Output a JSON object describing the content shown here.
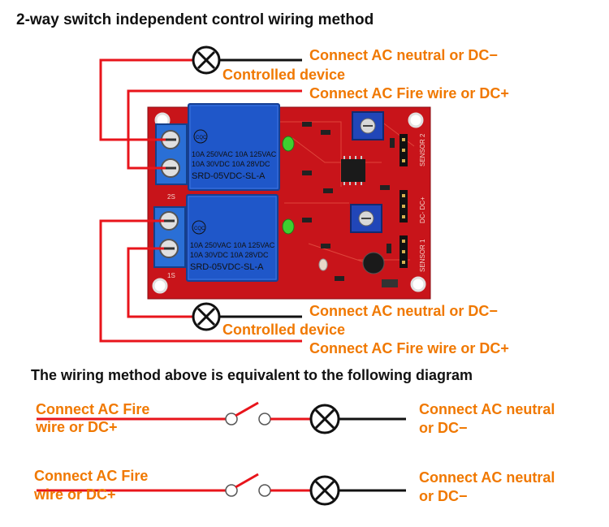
{
  "title": "2-way switch independent control wiring method",
  "subtitle": "The wiring method above is equivalent to the following diagram",
  "top_wiring": {
    "relay1_neutral": "Connect AC neutral or DC−",
    "relay1_device": "Controlled device",
    "relay1_fire": "Connect AC Fire wire or DC+",
    "relay2_neutral": "Connect AC neutral or DC−",
    "relay2_device": "Controlled device",
    "relay2_fire": "Connect AC Fire wire or DC+"
  },
  "relay_label": {
    "logo": "CQC",
    "line1": "10A 250VAC  10A 125VAC",
    "line2": "10A  30VDC  10A  28VDC",
    "model": "SRD-05VDC-SL-A"
  },
  "board_marks": {
    "sensor2": "SENSOR 2",
    "sensor1": "SENSOR 1",
    "power": "DC- DC+",
    "in1": "1S",
    "in2": "2S"
  },
  "equivalent": [
    {
      "fire_line1": "Connect AC Fire",
      "fire_line2": "wire or DC+",
      "neutral_line1": "Connect AC neutral",
      "neutral_line2": "or DC−"
    },
    {
      "fire_line1": "Connect AC Fire",
      "fire_line2": "wire or DC+",
      "neutral_line1": "Connect AC neutral",
      "neutral_line2": "or DC−"
    }
  ],
  "colors": {
    "wire_red": "#e8141b",
    "wire_black": "#111111",
    "label_orange": "#f07800",
    "board_red": "#c8141a",
    "relay_blue": "#1f57c9",
    "terminal_blue": "#2a6fd6",
    "pot_blue": "#2146b8"
  },
  "icons": {
    "lamp": "lamp-icon",
    "switch": "switch-icon",
    "led": "green-led-icon",
    "potentiometer": "potentiometer-icon"
  }
}
